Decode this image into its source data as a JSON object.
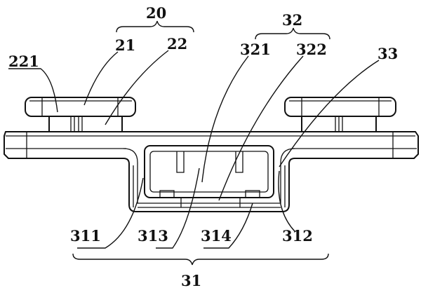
{
  "labels": {
    "l20": "20",
    "l21": "21",
    "l22": "22",
    "l221": "221",
    "l32": "32",
    "l321": "321",
    "l322": "322",
    "l33": "33",
    "l311": "311",
    "l313": "313",
    "l314": "314",
    "l312": "312",
    "l31": "31"
  }
}
